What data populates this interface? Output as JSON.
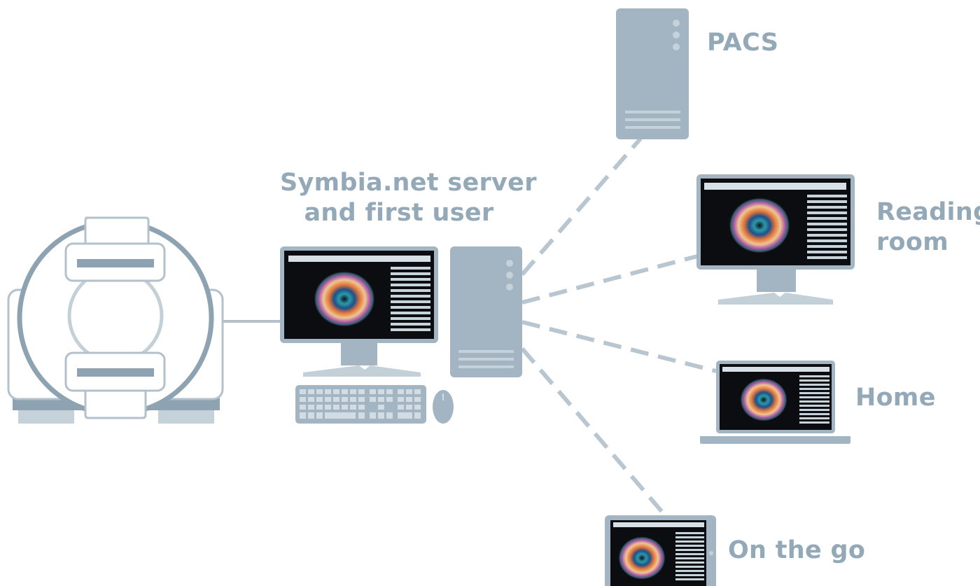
{
  "labels": {
    "pacs": "PACS",
    "server_line1": "Symbia.net server",
    "server_line2": "and first user",
    "reading_line1": "Reading",
    "reading_line2": "room",
    "home": "Home",
    "on_the_go": "On the go"
  },
  "colors": {
    "device_fill": "#a3b5c3",
    "device_dark": "#8ea3b2",
    "outline": "#b3c1cc",
    "scanner_ring": "#8ea3b2",
    "screen": "#0b0d10",
    "dash": "#b7c6d0",
    "text": "#93a9b8"
  },
  "icons": [
    "gamma-scanner-icon",
    "server-tower-icon",
    "pacs-tower-icon",
    "desktop-monitor-icon",
    "keyboard-icon",
    "mouse-icon",
    "laptop-icon",
    "tablet-icon",
    "heart-scan-image"
  ]
}
